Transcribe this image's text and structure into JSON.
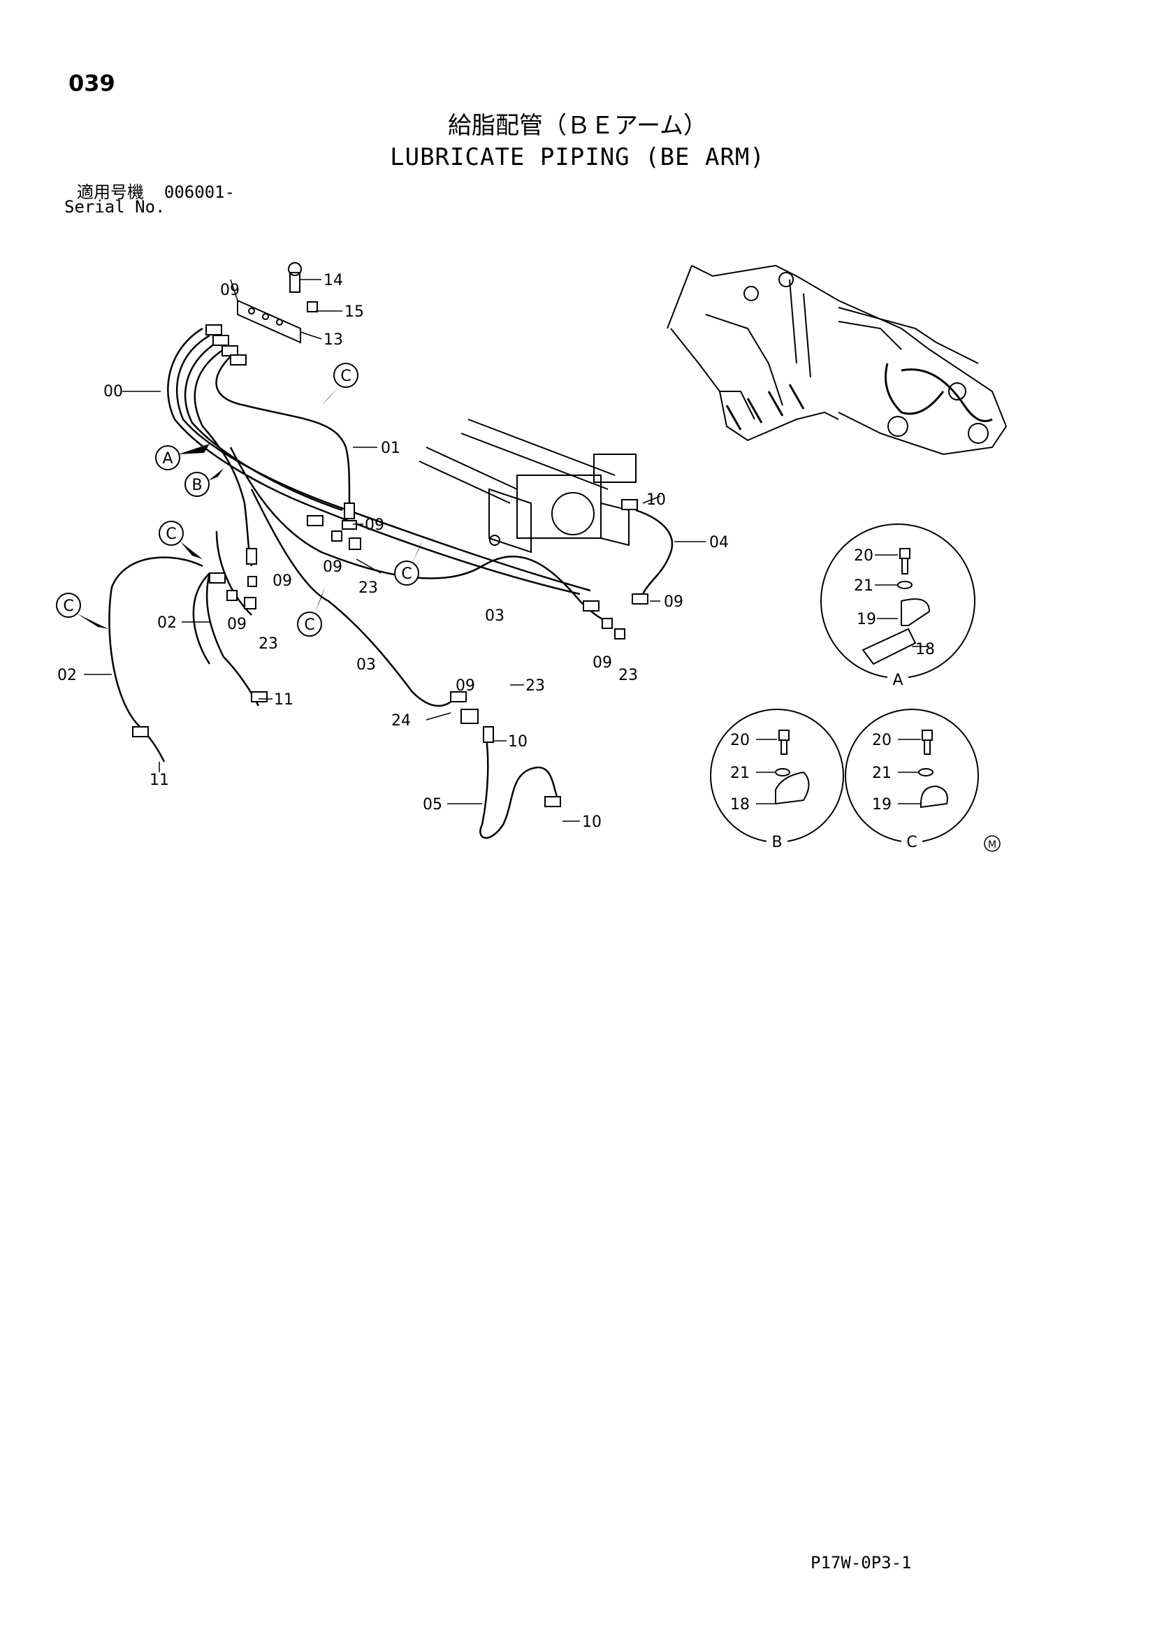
{
  "header": {
    "page_number": "039",
    "title_jp": "給脂配管（ＢＥアーム）",
    "title_en": "LUBRICATE PIPING (BE ARM)",
    "serial_label_jp": "適用号機",
    "serial_value": "006001-",
    "serial_label_en": "Serial No."
  },
  "footer": {
    "page_code": "P17W-0P3-1"
  },
  "callouts": {
    "c00": "00",
    "c01": "01",
    "c02a": "02",
    "c02b": "02",
    "c03a": "03",
    "c03b": "03",
    "c04": "04",
    "c05": "05",
    "c09a": "09",
    "c09b": "09",
    "c09c": "09",
    "c09d": "09",
    "c09e": "09",
    "c09f": "09",
    "c09g": "09",
    "c09h": "09",
    "c10a": "10",
    "c10b": "10",
    "c10c": "10",
    "c11a": "11",
    "c11b": "11",
    "c13": "13",
    "c14": "14",
    "c15": "15",
    "c23a": "23",
    "c23b": "23",
    "c23c": "23",
    "c23d": "23",
    "c24": "24"
  },
  "detail_markers": {
    "a": "A",
    "b": "B",
    "c1": "C",
    "c2": "C",
    "c3": "C",
    "c4": "C",
    "c5": "C"
  },
  "detail_views": {
    "a": {
      "title": "A",
      "bolt": "20",
      "washer": "21",
      "clamp": "19",
      "plate": "18"
    },
    "b": {
      "title": "B",
      "bolt": "20",
      "washer": "21",
      "clamp": "18"
    },
    "c": {
      "title": "C",
      "bolt": "20",
      "washer": "21",
      "clamp": "19"
    }
  },
  "mark": "M"
}
